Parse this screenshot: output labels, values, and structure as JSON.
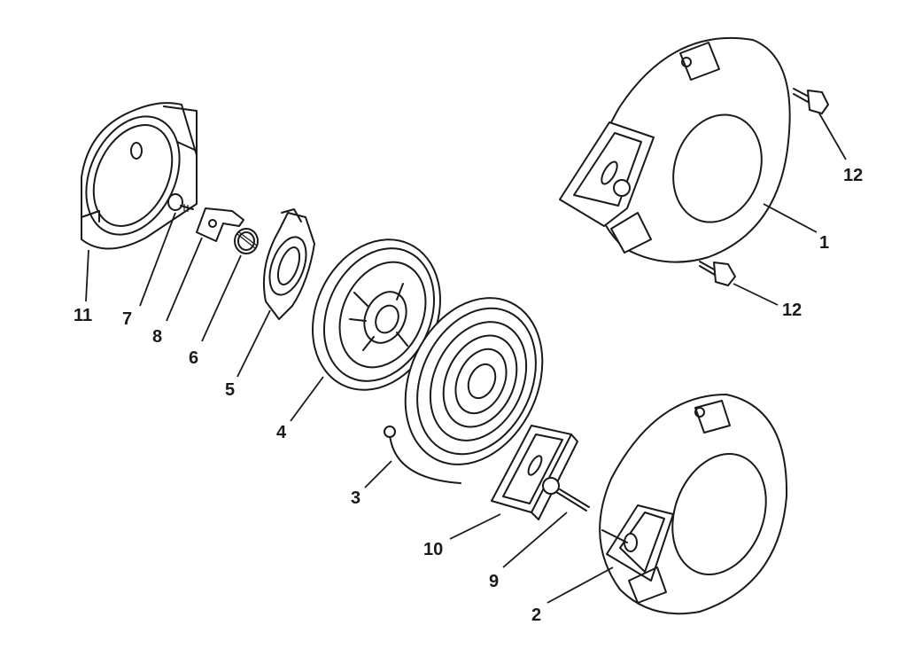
{
  "colors": {
    "ink": "#1a1a1a",
    "highlight": "#f7c300",
    "background": "#ffffff"
  },
  "callouts": {
    "c1": "1",
    "c2": "2",
    "c3": "3",
    "c4": "4",
    "c5": "5",
    "c6": "6",
    "c7": "7",
    "c8": "8",
    "c9": "9",
    "c10": "10",
    "c11": "11",
    "c12a": "12",
    "c12b": "12"
  }
}
